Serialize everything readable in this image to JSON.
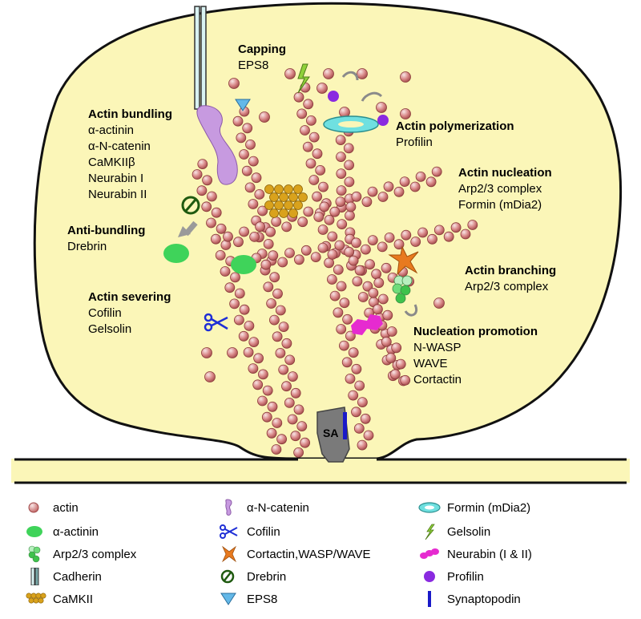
{
  "labels": {
    "capping": {
      "heading": "Capping",
      "items": [
        "EPS8"
      ]
    },
    "actin_bundling": {
      "heading": "Actin bundling",
      "items": [
        "α-actinin",
        "α-N-catenin",
        "CaMKIIβ",
        "Neurabin I",
        "Neurabin II"
      ]
    },
    "anti_bundling": {
      "heading": "Anti-bundling",
      "items": [
        "Drebrin"
      ]
    },
    "actin_severing": {
      "heading": "Actin severing",
      "items": [
        "Cofilin",
        "Gelsolin"
      ]
    },
    "actin_polymerization": {
      "heading": "Actin polymerization",
      "items": [
        "Profilin"
      ]
    },
    "actin_nucleation": {
      "heading": "Actin nucleation",
      "items": [
        "Arp2/3 complex",
        "Formin (mDia2)"
      ]
    },
    "actin_branching": {
      "heading": "Actin branching",
      "items": [
        "Arp2/3 complex"
      ]
    },
    "nucleation_promotion": {
      "heading": "Nucleation promotion",
      "items": [
        "N-WASP",
        "WAVE",
        "Cortactin"
      ]
    },
    "spine_apparatus": "SA"
  },
  "legend": {
    "col1": [
      {
        "icon": "actin-icon",
        "label": "actin"
      },
      {
        "icon": "alpha-actinin-icon",
        "label": "α-actinin"
      },
      {
        "icon": "arp23-complex-icon",
        "label": "Arp2/3 complex"
      },
      {
        "icon": "cadherin-icon",
        "label": "Cadherin"
      },
      {
        "icon": "camkii-icon",
        "label": "CaMKII"
      }
    ],
    "col2": [
      {
        "icon": "alpha-n-catenin-icon",
        "label": "α-N-catenin"
      },
      {
        "icon": "cofilin-icon",
        "label": "Cofilin"
      },
      {
        "icon": "cortactin-icon",
        "label": "Cortactin,WASP/WAVE"
      },
      {
        "icon": "drebrin-icon",
        "label": "Drebrin"
      },
      {
        "icon": "eps8-icon",
        "label": "EPS8"
      }
    ],
    "col3": [
      {
        "icon": "formin-icon",
        "label": "Formin (mDia2)"
      },
      {
        "icon": "gelsolin-icon",
        "label": "Gelsolin"
      },
      {
        "icon": "neurabin-icon",
        "label": "Neurabin (I & II)"
      },
      {
        "icon": "profilin-icon",
        "label": "Profilin"
      },
      {
        "icon": "synaptopodin-icon",
        "label": "Synaptopodin"
      }
    ]
  },
  "colors": {
    "spine_fill": "#fbf6b8",
    "actin": "#c97272",
    "actin_highlight": "#f6dede",
    "alpha_actinin": "#3fd35a",
    "arp23": "#6fdc7a",
    "camkii": "#d9a21c",
    "alpha_n_catenin": "#c08ad9",
    "cofilin": "#1f2fd6",
    "cortactin": "#e87a1f",
    "drebrin": "#1f5a10",
    "eps8": "#63b8e8",
    "formin": "#6fe0e0",
    "gelsolin": "#8fd13a",
    "neurabin": "#e62ad0",
    "profilin": "#8a2ae0",
    "synaptopodin": "#1a1ac8",
    "arrow": "#9a9a9a"
  }
}
